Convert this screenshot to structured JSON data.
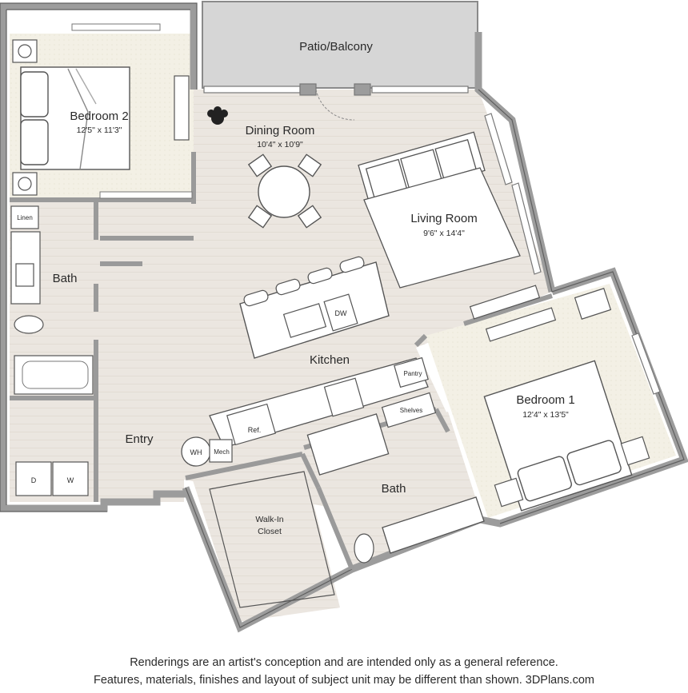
{
  "rooms": {
    "patio": {
      "name": "Patio/Balcony"
    },
    "bedroom2": {
      "name": "Bedroom 2",
      "dims": "12'5\" x 11'3\""
    },
    "dining": {
      "name": "Dining Room",
      "dims": "10'4\" x 10'9\""
    },
    "living": {
      "name": "Living Room",
      "dims": "9'6\" x 14'4\""
    },
    "kitchen": {
      "name": "Kitchen"
    },
    "bedroom1": {
      "name": "Bedroom 1",
      "dims": "12'4\" x 13'5\""
    },
    "bath_left": {
      "name": "Bath"
    },
    "bath_right": {
      "name": "Bath"
    },
    "entry": {
      "name": "Entry"
    },
    "closet": {
      "line1": "Walk-In",
      "line2": "Closet"
    }
  },
  "fixtures": {
    "linen": "Linen",
    "dishwasher": "DW",
    "pantry": "Pantry",
    "shelves": "Shelves",
    "refrigerator": "Ref.",
    "water_heater": "WH",
    "mech": "Mech",
    "dryer": "D",
    "washer": "W"
  },
  "disclaimer": {
    "line1": "Renderings are an artist's conception and are intended only as a general reference.",
    "line2": "Features, materials, finishes and layout of subject unit may be different than shown. 3DPlans.com"
  },
  "colors": {
    "wall": "#a8a8a8",
    "wall_outline": "#6f6f6f",
    "floor_wood": "#e9e4de",
    "floor_carpet": "#f2efe3",
    "patio": "#d6d6d6"
  }
}
